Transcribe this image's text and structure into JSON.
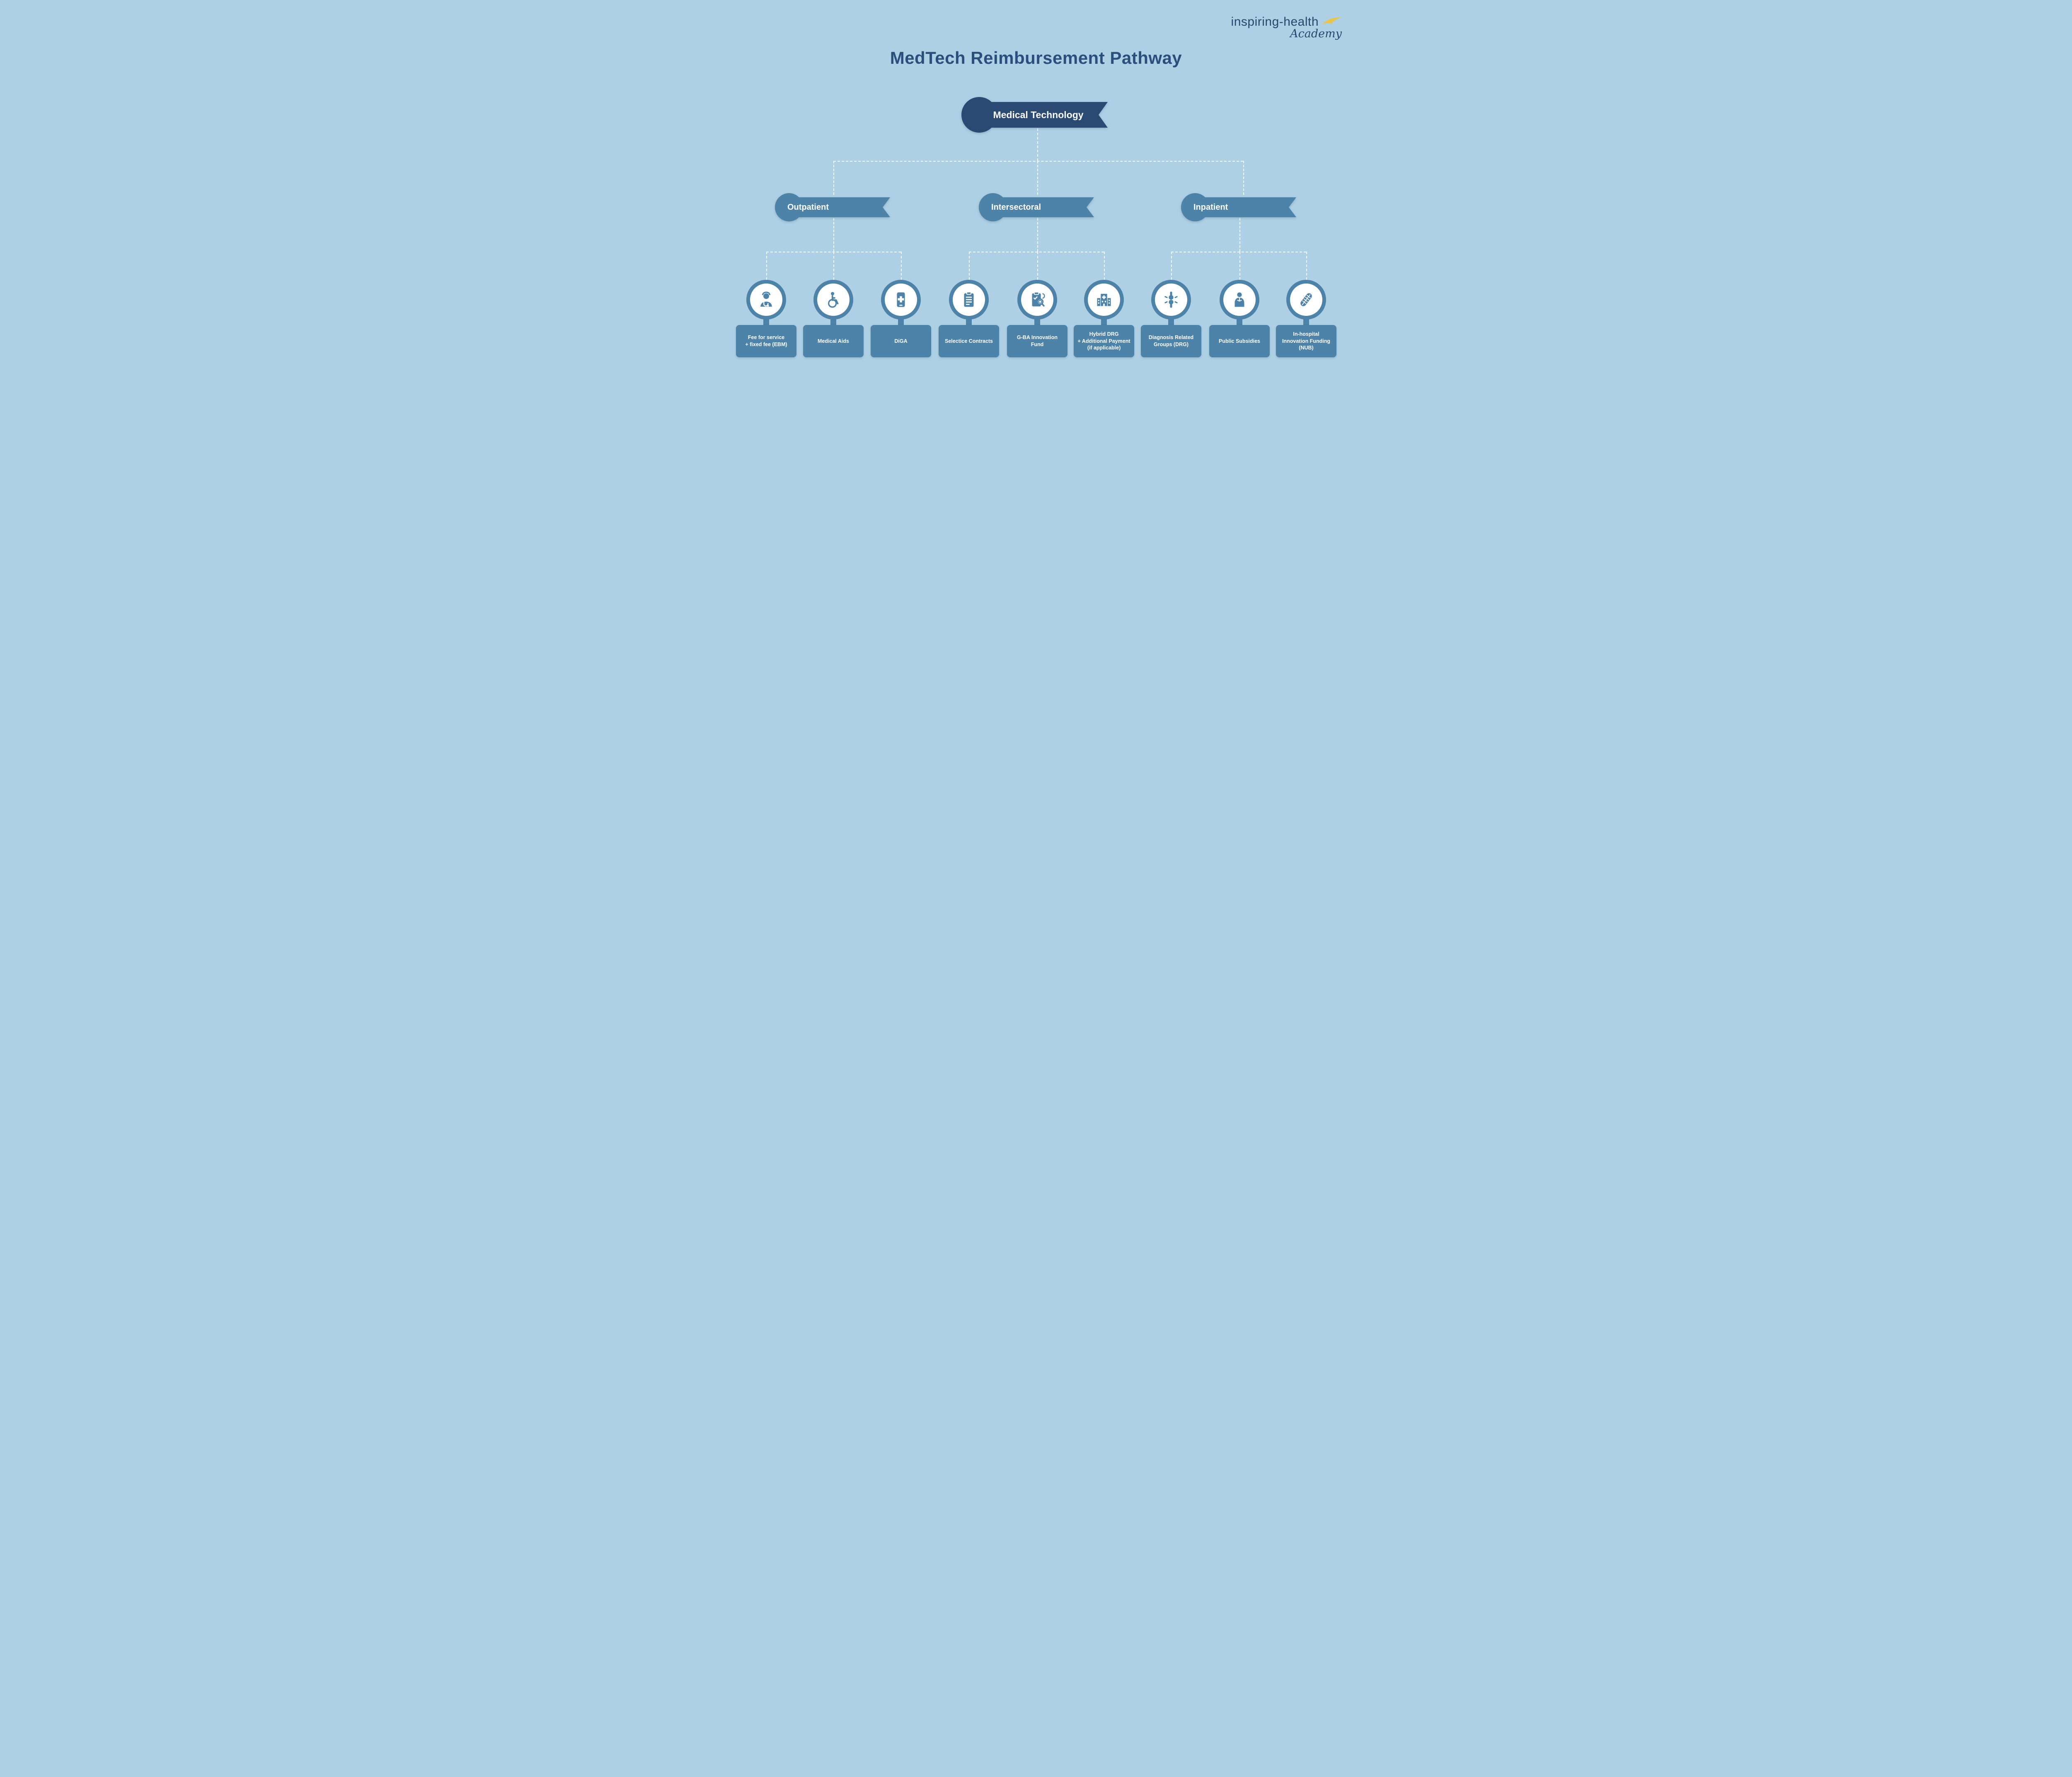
{
  "page": {
    "title": "MedTech Reimbursement Pathway"
  },
  "logo": {
    "name": "inspiring-health",
    "sub": "Academy",
    "swoosh_icon": "yellow-swoosh-icon"
  },
  "root": {
    "label": "Medical Technology"
  },
  "branches": [
    {
      "label": "Outpatient",
      "children": [
        {
          "label": "Fee for service\n+ fixed fee (EBM)",
          "icon": "doctor-icon"
        },
        {
          "label": "Medical Aids",
          "icon": "wheelchair-icon"
        },
        {
          "label": "DiGA",
          "icon": "health-app-icon"
        }
      ]
    },
    {
      "label": "Intersectoral",
      "children": [
        {
          "label": "Selectice Contracts",
          "icon": "contract-clipboard-icon"
        },
        {
          "label": "G-BA Innovation\nFund",
          "icon": "clipboard-search-icon"
        },
        {
          "label": "Hybrid DRG\n+ Additional Payment\n(if applicable)",
          "icon": "hospital-icon"
        }
      ]
    },
    {
      "label": "Inpatient",
      "children": [
        {
          "label": "Diagnosis Related\nGroups (DRG)",
          "icon": "joint-icon"
        },
        {
          "label": "Public Subsidies",
          "icon": "person-icon"
        },
        {
          "label": "In-hospital\nInnovation Funding\n(NUB)",
          "icon": "implant-icon"
        }
      ]
    }
  ],
  "colors": {
    "background": "#aed0e5",
    "primary_dark": "#2b4a73",
    "primary": "#4d82a9",
    "accent_yellow": "#e9c44c",
    "title_text": "#2b4f7c",
    "node_text": "#ffffff"
  }
}
